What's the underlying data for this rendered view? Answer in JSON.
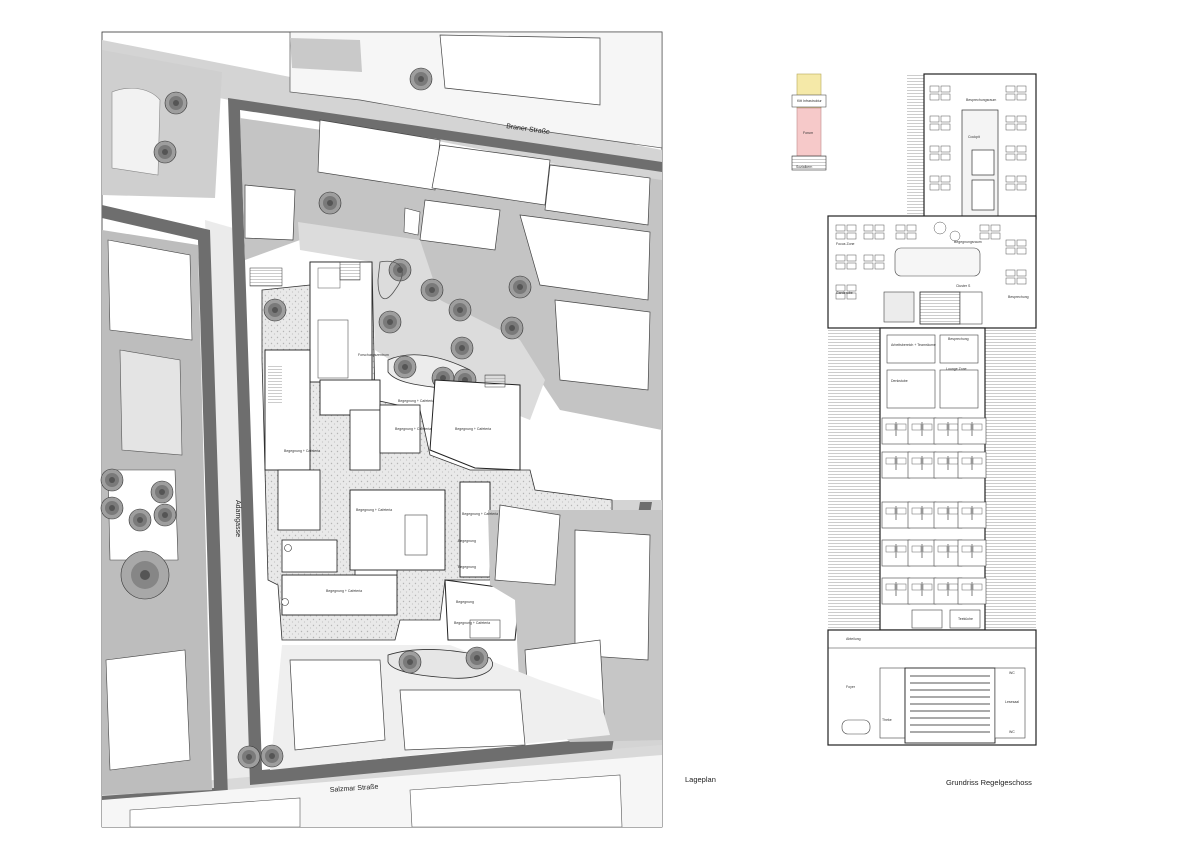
{
  "site_plan": {
    "caption": "Lageplan",
    "streets": {
      "north": "Braner Straße",
      "west": "Adamgasse",
      "south": "Salzmar Straße"
    },
    "room_labels": [
      "Forschungszentrum",
      "Begegnung + Cafeteria",
      "Begegnung + Cafeteria",
      "Begegnung + Cafeteria",
      "Begegnung + Cafeteria",
      "Begegnung + Cafeteria",
      "Begegnung",
      "Begegnung",
      "Begegnung",
      "Begegnung + Cafeteria",
      "Begegnung + Cafeteria",
      "Begegnung + Cafeteria"
    ]
  },
  "floor_plan": {
    "caption": "Grundriss Regelgeschoss",
    "legend": [
      "Kitt Infrastruktur",
      "Forum",
      "Sozialkern"
    ],
    "rooms": [
      "Besprechungsraum",
      "Cockpit",
      "Begegnungsraum",
      "Focus Zone",
      "Cluster S",
      "Garderobe",
      "Besprechung",
      "Arbeitsbereich + Teamräume",
      "Denkstube",
      "Besprechung",
      "Lounge Zone",
      "Teeküche",
      "Abteilung",
      "Foyer",
      "Theke",
      "Lesesaal",
      "WC",
      "WC"
    ]
  }
}
